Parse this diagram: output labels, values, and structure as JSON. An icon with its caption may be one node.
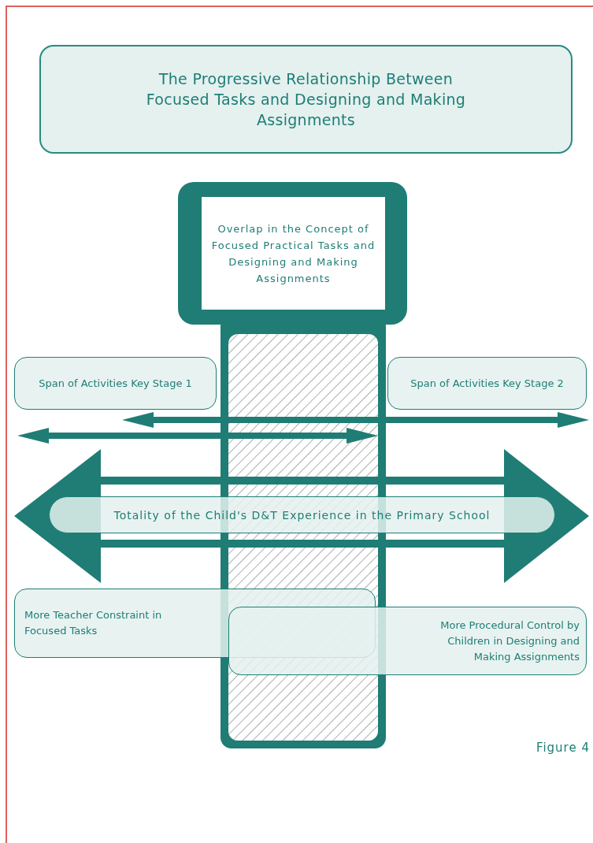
{
  "diagram": {
    "title": "The Progressive Relationship Between Focused Tasks and Designing and Making Assignments",
    "nodes": [
      {
        "text": [
          "Overlap in the Concept of Focused Practical Tasks and Designing and Making Assignments"
        ]
      },
      {
        "text": [
          "Span of Activities Key Stage 1"
        ]
      },
      {
        "text": [
          "Span of Activities Key Stage 2"
        ]
      },
      {
        "text": [
          "Totality of the Child's D&T Experience in the Primary School"
        ]
      },
      {
        "text": [
          "More Teacher Constraint in Focused Tasks"
        ]
      },
      {
        "text": [
          "More Procedural Control by Children in Designing and Making Assignments"
        ]
      }
    ],
    "labels": [
      "Figure 4"
    ]
  }
}
